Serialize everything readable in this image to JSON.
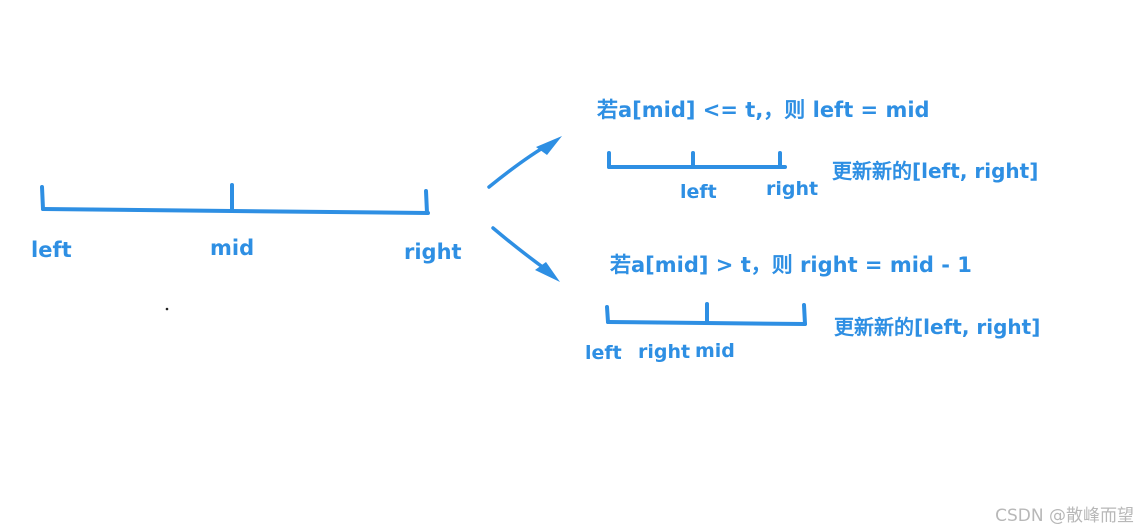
{
  "colors": {
    "accent": "#2e8fe3",
    "watermark": "#b8b8b8"
  },
  "main_line": {
    "left_label": "left",
    "mid_label": "mid",
    "right_label": "right"
  },
  "branch_le": {
    "condition": "若a[mid] <= t,，则 left = mid",
    "left_label": "left",
    "right_label": "right",
    "update_text": "更新新的[left, right]"
  },
  "branch_gt": {
    "condition": "若a[mid] > t，则 right = mid - 1",
    "left_label": "left",
    "right_label": "right",
    "mid_label": "mid",
    "update_text": "更新新的[left, right]"
  },
  "watermark": "CSDN @散峰而望"
}
